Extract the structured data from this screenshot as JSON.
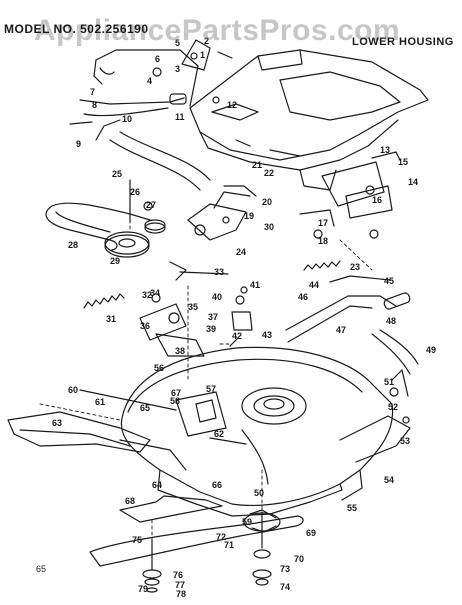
{
  "header": {
    "model": "MODEL NO. 502.256190",
    "title": "LOWER HOUSING"
  },
  "watermark": "AppliancePartsPros.com",
  "page_number": "65",
  "diagram": {
    "part_numbers": [
      "1",
      "2",
      "3",
      "4",
      "5",
      "6",
      "7",
      "8",
      "9",
      "10",
      "11",
      "12",
      "13",
      "14",
      "15",
      "16",
      "17",
      "18",
      "19",
      "20",
      "21",
      "22",
      "23",
      "24",
      "25",
      "26",
      "27",
      "28",
      "29",
      "30",
      "31",
      "32",
      "33",
      "34",
      "35",
      "36",
      "37",
      "38",
      "39",
      "40",
      "41",
      "42",
      "43",
      "44",
      "45",
      "46",
      "47",
      "48",
      "49",
      "50",
      "51",
      "52",
      "53",
      "54",
      "55",
      "56",
      "57",
      "58",
      "59",
      "60",
      "61",
      "62",
      "63",
      "64",
      "65",
      "66",
      "67",
      "68",
      "69",
      "70",
      "71",
      "72",
      "73",
      "74",
      "75",
      "76",
      "77",
      "78",
      "79"
    ]
  },
  "colors": {
    "ink": "#1a1a1a",
    "watermark": "#8c8c8c",
    "paper": "#ffffff"
  }
}
